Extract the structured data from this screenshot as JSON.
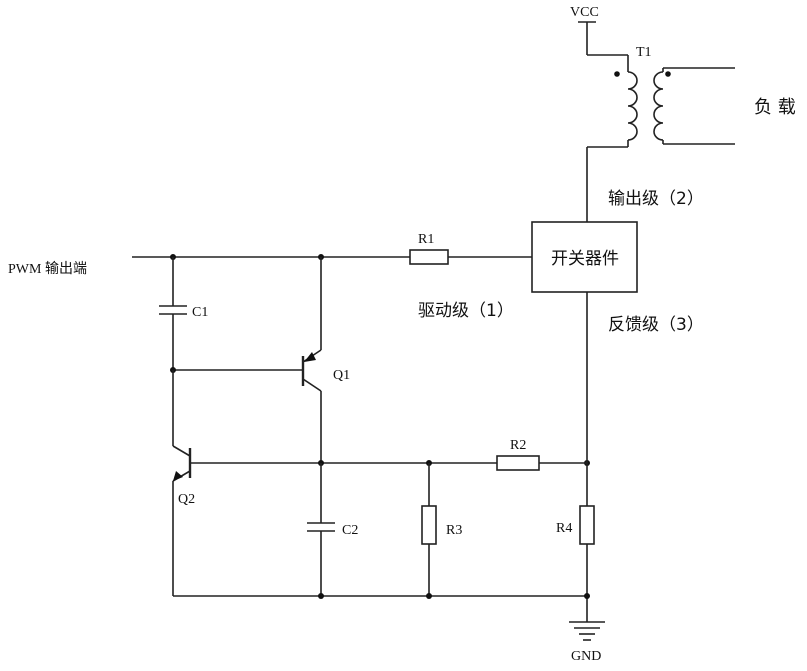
{
  "labels": {
    "vcc": "VCC",
    "gnd": "GND",
    "t1": "T1",
    "load": "负 载",
    "pwm": "PWM 输出端",
    "r1": "R1",
    "r2": "R2",
    "r3": "R3",
    "r4": "R4",
    "c1": "C1",
    "c2": "C2",
    "q1": "Q1",
    "q2": "Q2",
    "switch": "开关器件",
    "drive": "驱动级（1）",
    "output": "输出级（2）",
    "feedback": "反馈级（3）"
  }
}
